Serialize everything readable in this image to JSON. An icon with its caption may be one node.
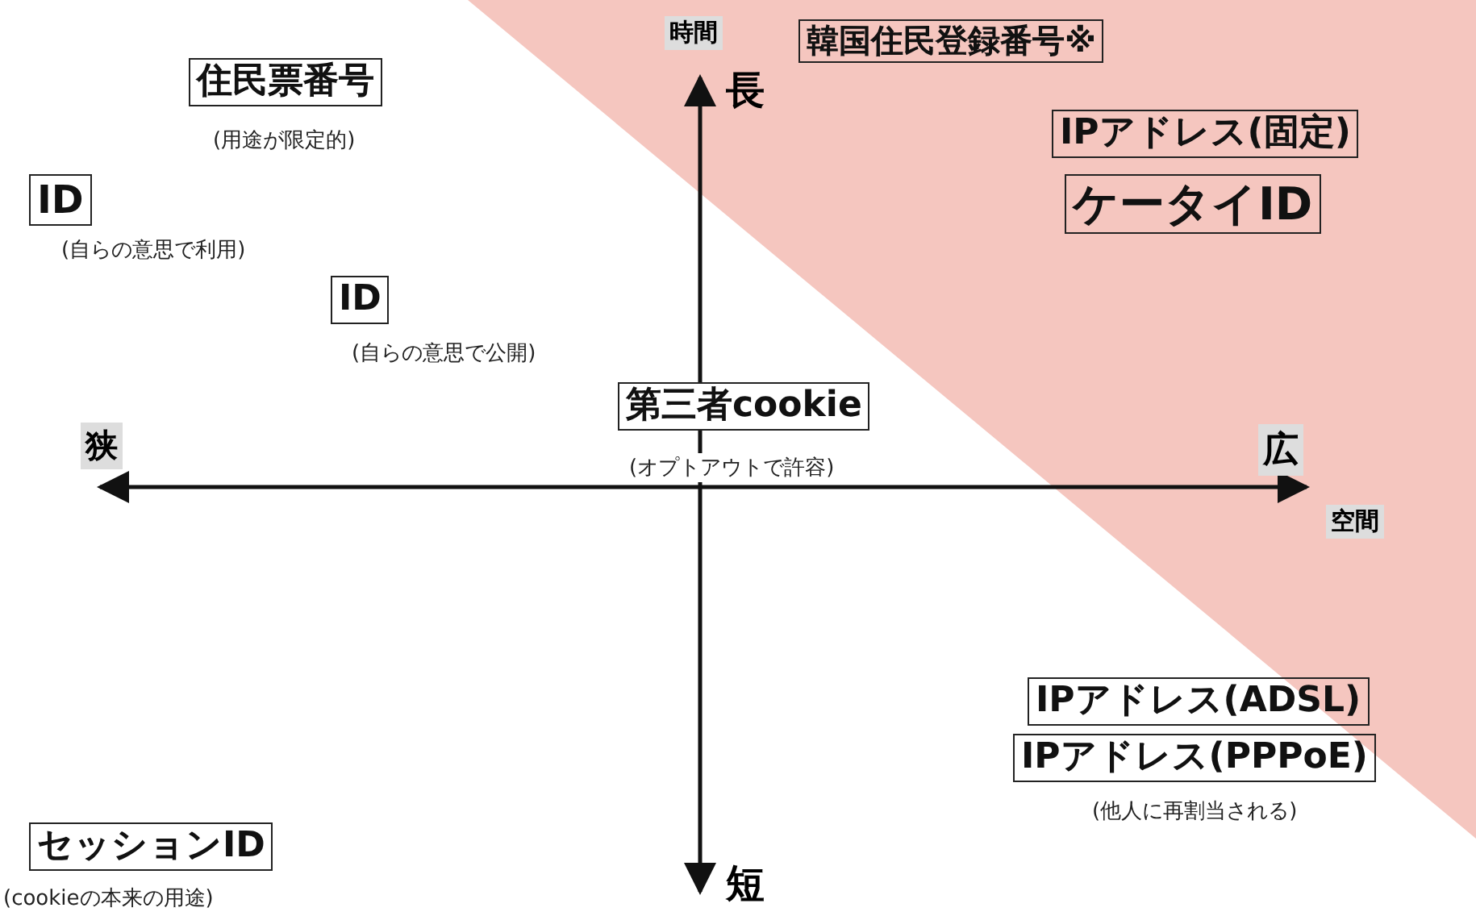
{
  "diagram": {
    "nodes": [
      {
        "text": [
          "韓国住民登録番号※"
        ]
      },
      {
        "text": [
          "住民票番号"
        ],
        "beside": [
          "(用途が限定的)"
        ]
      },
      {
        "text": [
          "IPアドレス(固定)"
        ]
      },
      {
        "text": [
          "ケータイID"
        ]
      },
      {
        "text": [
          "ID"
        ],
        "beside": [
          "(自らの意思で利用)"
        ]
      },
      {
        "text": [
          "ID"
        ],
        "beside": [
          "(自らの意思で公開)"
        ]
      },
      {
        "text": [
          "第三者cookie"
        ],
        "beside": [
          "(オプトアウトで許容)"
        ]
      },
      {
        "text": [
          "IPアドレス(ADSL)"
        ]
      },
      {
        "text": [
          "IPアドレス(PPPoE)"
        ],
        "beside": [
          "(他人に再割当される)"
        ]
      },
      {
        "text": [
          "セッションID"
        ],
        "beside": [
          "(cookieの本来の用途)"
        ]
      }
    ],
    "labels": [
      "時間",
      "長",
      "狭",
      "広",
      "空間",
      "短"
    ]
  }
}
